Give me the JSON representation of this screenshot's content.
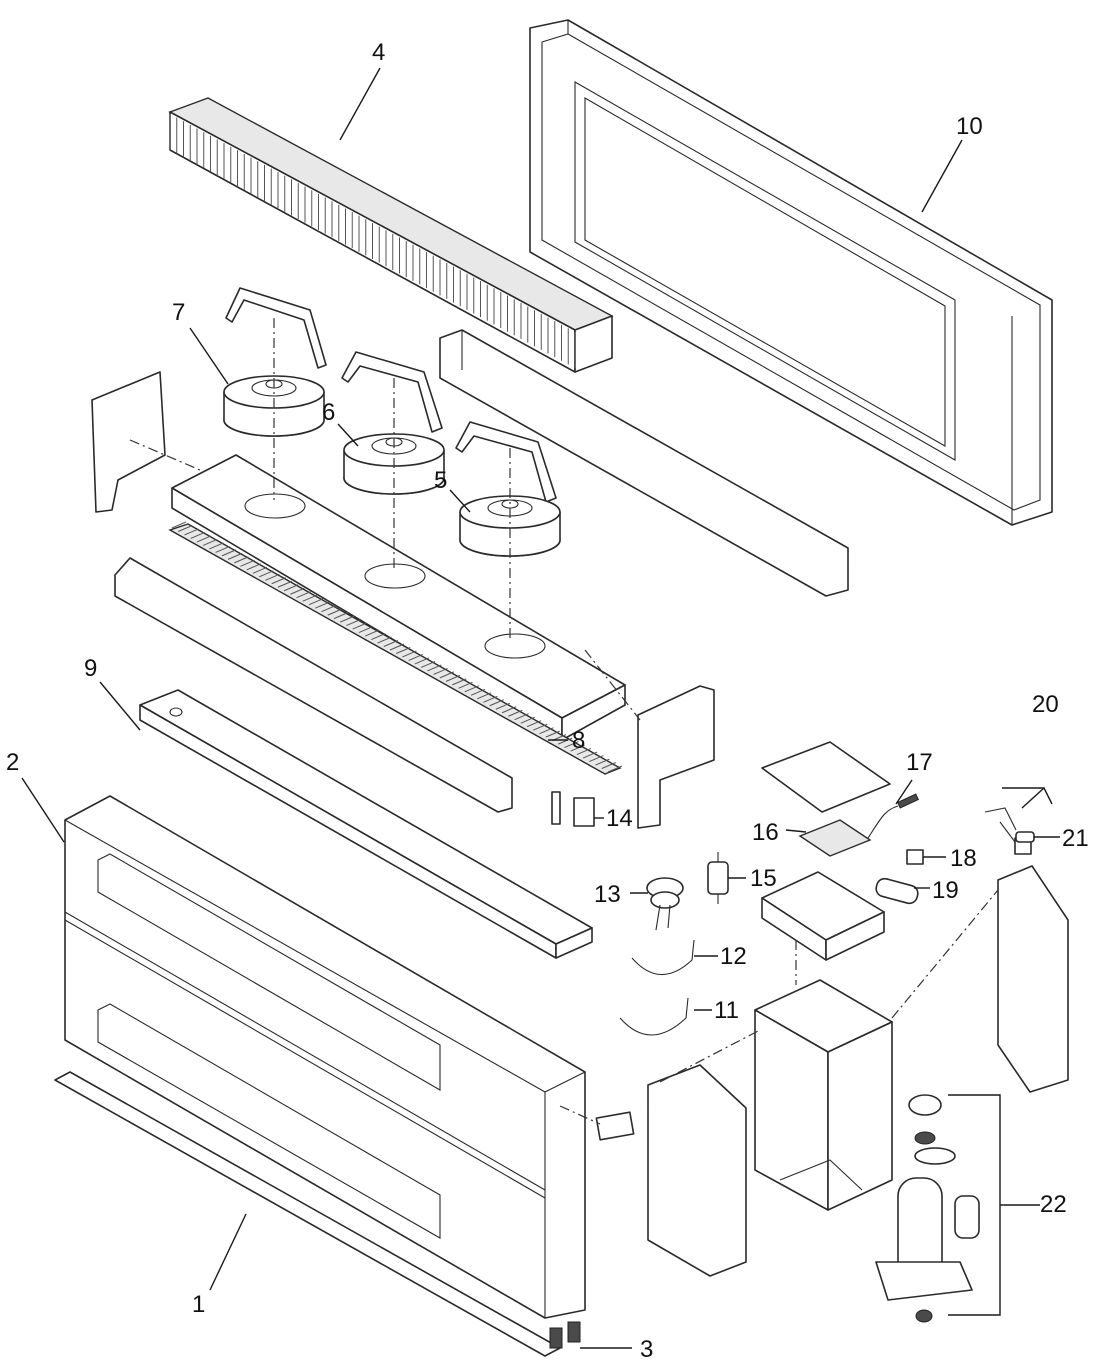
{
  "callouts": [
    {
      "id": "c1",
      "text": "1"
    },
    {
      "id": "c2",
      "text": "2"
    },
    {
      "id": "c3",
      "text": "3"
    },
    {
      "id": "c4",
      "text": "4"
    },
    {
      "id": "c5",
      "text": "5"
    },
    {
      "id": "c6",
      "text": "6"
    },
    {
      "id": "c7",
      "text": "7"
    },
    {
      "id": "c8",
      "text": "8"
    },
    {
      "id": "c9",
      "text": "9"
    },
    {
      "id": "c10",
      "text": "10"
    },
    {
      "id": "c11",
      "text": "11"
    },
    {
      "id": "c12",
      "text": "12"
    },
    {
      "id": "c13",
      "text": "13"
    },
    {
      "id": "c14",
      "text": "14"
    },
    {
      "id": "c15",
      "text": "15"
    },
    {
      "id": "c16",
      "text": "16"
    },
    {
      "id": "c17",
      "text": "17"
    },
    {
      "id": "c18",
      "text": "18"
    },
    {
      "id": "c19",
      "text": "19"
    },
    {
      "id": "c20",
      "text": "20"
    },
    {
      "id": "c21",
      "text": "21"
    },
    {
      "id": "c22",
      "text": "22"
    }
  ],
  "colors": {
    "line": "#2a2a2a",
    "background": "#ffffff",
    "part_fill": "#ffffff",
    "shade": "#e8e8e8"
  }
}
